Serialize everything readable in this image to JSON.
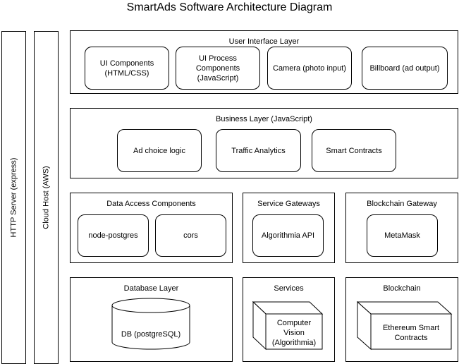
{
  "title": "SmartAds Software Architecture Diagram",
  "sides": {
    "http_server": "HTTP Server (express)",
    "cloud_host": "Cloud Host (AWS)"
  },
  "ui_layer": {
    "title": "User Interface Layer",
    "items": [
      "UI Components\n(HTML/CSS)",
      "UI Process\nComponents\n(JavaScript)",
      "Camera (photo input)",
      "Billboard (ad output)"
    ]
  },
  "business_layer": {
    "title": "Business Layer (JavaScript)",
    "items": [
      "Ad choice logic",
      "Traffic Analytics",
      "Smart Contracts"
    ]
  },
  "data_access": {
    "title": "Data Access Components",
    "items": [
      "node-postgres",
      "cors"
    ]
  },
  "service_gateways": {
    "title": "Service Gateways",
    "items": [
      "Algorithmia API"
    ]
  },
  "blockchain_gateway": {
    "title": "Blockchain Gateway",
    "items": [
      "MetaMask"
    ]
  },
  "database_layer": {
    "title": "Database Layer",
    "db": "DB (postgreSQL)"
  },
  "services": {
    "title": "Services",
    "item": "Computer\nVision\n(Algorithmia)"
  },
  "blockchain": {
    "title": "Blockchain",
    "item": "Ethereum Smart\nContracts"
  }
}
